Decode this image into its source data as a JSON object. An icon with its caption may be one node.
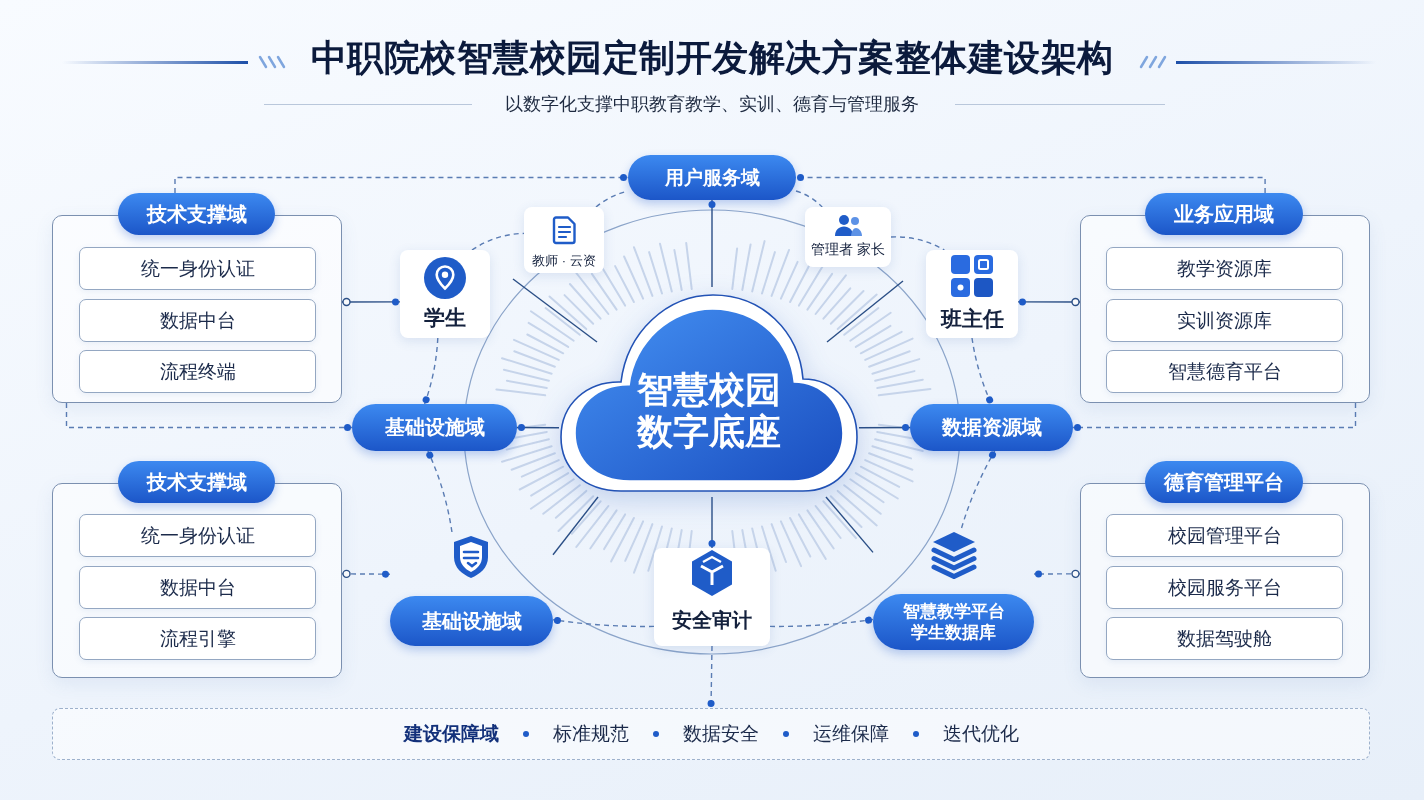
{
  "diagram": {
    "title": "中职院校智慧校园定制开发解决方案整体建设架构",
    "nodes": [
      {
        "text": [
          "用户服务域"
        ]
      },
      {
        "text": [],
        "shape": "box"
      },
      {
        "text": [
          "技术支撑域"
        ],
        "in": 1
      },
      {
        "text": [
          "统一身份认证"
        ],
        "in": 1
      },
      {
        "text": [
          "数据中台"
        ],
        "in": 1
      },
      {
        "text": [
          "流程终端"
        ],
        "in": 1
      },
      {
        "text": [
          "教师 · 云资"
        ]
      },
      {
        "text": [
          "管理者 家长"
        ]
      },
      {
        "text": [],
        "shape": "box"
      },
      {
        "text": [
          "业务应用域"
        ],
        "in": 8
      },
      {
        "text": [
          "教学资源库"
        ],
        "in": 8
      },
      {
        "text": [
          "实训资源库"
        ],
        "in": 8
      },
      {
        "text": [
          "智慧德育平台"
        ],
        "in": 8
      },
      {
        "text": [
          "学生"
        ]
      },
      {
        "text": [
          "班主任"
        ]
      },
      {
        "text": [
          "智慧校园数字底座"
        ]
      },
      {
        "text": [
          "基础设施域"
        ]
      },
      {
        "text": [
          "数据资源域"
        ]
      },
      {
        "text": [],
        "shape": "box"
      },
      {
        "text": [
          "技术支撑域"
        ],
        "in": 18
      },
      {
        "text": [
          "统一身份认证"
        ],
        "in": 18
      },
      {
        "text": [
          "数据中台"
        ],
        "in": 18
      },
      {
        "text": [
          "流程引擎"
        ],
        "in": 18
      },
      {
        "text": [],
        "shape": "box"
      },
      {
        "text": [
          "德育管理平台"
        ],
        "in": 23
      },
      {
        "text": [
          "校园管理平台"
        ],
        "in": 23
      },
      {
        "text": [
          "校园服务平台"
        ],
        "in": 23
      },
      {
        "text": [
          "数据驾驶舱"
        ],
        "in": 23
      },
      {
        "text": [
          "基础设施域"
        ]
      },
      {
        "text": [
          "安全审计"
        ]
      },
      {
        "text": [
          "智慧教学平台学生数据库"
        ]
      },
      {
        "text": [
          "建设保障域",
          "标准规范",
          "数据安全",
          "运维保障",
          "迭代优化"
        ]
      }
    ],
    "edges": [
      {
        "from": 2,
        "to": 0,
        "arrow": "other",
        "style": "dashed"
      },
      {
        "from": 9,
        "to": 0,
        "arrow": "other",
        "style": "dashed"
      },
      {
        "from": 1,
        "to": 13,
        "arrow": "other"
      },
      {
        "from": 8,
        "to": 14,
        "arrow": "other"
      },
      {
        "from": 1,
        "to": 16,
        "arrow": "other",
        "style": "dashed"
      },
      {
        "from": 8,
        "to": 17,
        "arrow": "other",
        "style": "dashed"
      },
      {
        "from": 18,
        "to": 28,
        "arrow": "other",
        "style": "dashed"
      },
      {
        "from": 23,
        "to": 30,
        "arrow": "other",
        "style": "dashed"
      },
      {
        "from": 13,
        "to": 16,
        "arrow": "other",
        "style": "dashed"
      },
      {
        "from": 28,
        "to": 16,
        "arrow": "other",
        "style": "dashed"
      },
      {
        "from": 14,
        "to": 17,
        "arrow": "other",
        "style": "dashed"
      },
      {
        "from": 30,
        "to": 17,
        "arrow": "other",
        "style": "dashed"
      },
      {
        "from": 13,
        "to": 6,
        "arrow": "none",
        "style": "dashed"
      },
      {
        "from": 6,
        "to": 0,
        "arrow": "none",
        "style": "dashed"
      },
      {
        "from": 0,
        "to": 7,
        "arrow": "none",
        "style": "dashed"
      },
      {
        "from": 7,
        "to": 14,
        "arrow": "none",
        "style": "dashed"
      },
      {
        "from": 29,
        "to": 28,
        "arrow": "other",
        "style": "dashed"
      },
      {
        "from": 29,
        "to": 30,
        "arrow": "other",
        "style": "dashed"
      },
      {
        "from": 29,
        "to": 31,
        "arrow": "other",
        "style": "dashed"
      },
      {
        "from": 15,
        "to": 0,
        "arrow": "other"
      },
      {
        "from": 15,
        "to": 16,
        "arrow": "other"
      },
      {
        "from": 15,
        "to": 17,
        "arrow": "other"
      },
      {
        "from": 15,
        "to": 29,
        "arrow": "other"
      },
      {
        "from": 15,
        "to": 28,
        "arrow": "none"
      },
      {
        "from": 15,
        "to": 30,
        "arrow": "none"
      }
    ],
    "labels": [
      "以数字化支撑中职教育教学、实训、德育与管理服务"
    ]
  }
}
